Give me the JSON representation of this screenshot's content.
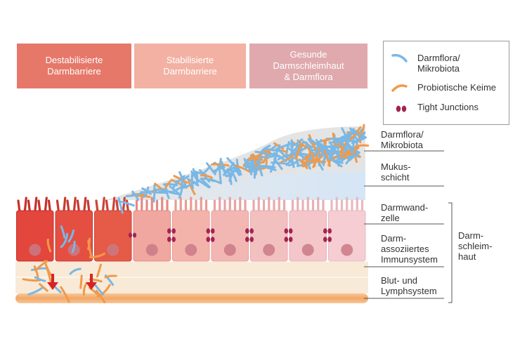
{
  "headers": [
    {
      "label": "Destabilisierte\nDarmbarriere",
      "color": "#e6786a"
    },
    {
      "label": "Stabilisierte\nDarmbarriere",
      "color": "#f2b1a3"
    },
    {
      "label": "Gesunde\nDarmschleimhaut\n& Darmflora",
      "color": "#dfa9ae"
    }
  ],
  "legend": [
    {
      "label": "Darmflora/\nMikrobiota",
      "icon": "blue-bacteria-icon",
      "color": "#79b8e6"
    },
    {
      "label": "Probiotische Keime",
      "icon": "orange-bacteria-icon",
      "color": "#f09a4a"
    },
    {
      "label": "Tight Junctions",
      "icon": "tight-junction-icon",
      "color": "#a3234f"
    }
  ],
  "layer_labels": {
    "darmflora": "Darmflora/\nMikrobiota",
    "mukus": "Mukus-\nschicht",
    "darmwandzelle": "Darmwand-\nzelle",
    "immunsystem": "Darm-\nassoziiertes\nImmunsystem",
    "blut": "Blut- und\nLymphsystem",
    "darmschleimhaut": "Darm-\nschleim-\nhaut"
  },
  "colors": {
    "mucus": "#e4e4e4",
    "mucus_blue": "#d9e8f6",
    "immune_layer": "#f8ead6",
    "blood_vessel": "#f2a766",
    "arrow": "#d92323",
    "cell_inflamed": "#e2463c",
    "cell_healthy": "#f1b4b4",
    "nucleus": "#c97a86"
  }
}
